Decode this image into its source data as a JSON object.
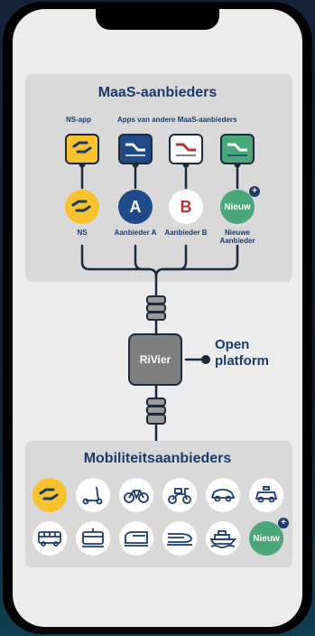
{
  "maas": {
    "title": "MaaS-aanbieders",
    "ns_app_label": "NS-app",
    "apps_label": "Apps van andere MaaS-aanbieders",
    "providers": [
      {
        "name": "NS",
        "badge": "",
        "app_color": "#f7c22d",
        "circle_color": "#f7c22d",
        "icon": "ns-logo-icon"
      },
      {
        "name": "Aanbieder A",
        "badge": "A",
        "app_color": "#1e4b87",
        "circle_color": "#1e4b87",
        "icon": "app-a-icon"
      },
      {
        "name": "Aanbieder B",
        "badge": "B",
        "app_color": "#ffffff",
        "circle_color": "#ffffff",
        "icon": "app-b-icon"
      },
      {
        "name": "Nieuwe Aanbieder",
        "badge": "Nieuw",
        "app_color": "#4aa77a",
        "circle_color": "#4aa77a",
        "icon": "app-new-icon"
      }
    ]
  },
  "platform": {
    "name": "RiVier",
    "label_line1": "Open",
    "label_line2": "platform"
  },
  "mobility": {
    "title": "Mobiliteitsaanbieders",
    "new_label": "Nieuw",
    "modes": [
      "ns-logo-icon",
      "scooter-icon",
      "bicycle-icon",
      "moped-icon",
      "car-icon",
      "taxi-icon",
      "bus-icon",
      "tram-icon",
      "train-icon",
      "highspeed-train-icon",
      "ferry-icon",
      "new-provider-icon"
    ]
  },
  "colors": {
    "navy": "#1b3a6b",
    "ns_yellow": "#f7c22d",
    "green": "#4aa77a",
    "red": "#b8323a"
  }
}
